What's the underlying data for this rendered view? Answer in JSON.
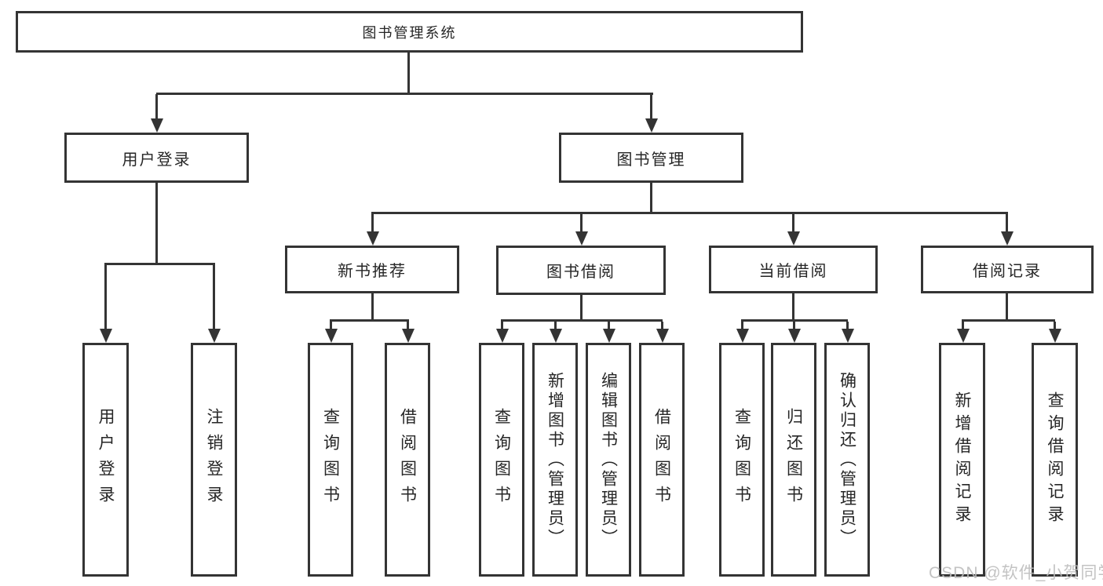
{
  "tree": {
    "label": "图书管理系统",
    "children": [
      {
        "label": "用户登录",
        "children": [
          {
            "label": "用户登录"
          },
          {
            "label": "注销登录"
          }
        ]
      },
      {
        "label": "图书管理",
        "children": [
          {
            "label": "新书推荐",
            "children": [
              {
                "label": "查询图书"
              },
              {
                "label": "借阅图书"
              }
            ]
          },
          {
            "label": "图书借阅",
            "children": [
              {
                "label": "查询图书"
              },
              {
                "label": "新增图书（管理员）"
              },
              {
                "label": "编辑图书（管理员）"
              },
              {
                "label": "借阅图书"
              }
            ]
          },
          {
            "label": "当前借阅",
            "children": [
              {
                "label": "查询图书"
              },
              {
                "label": "归还图书"
              },
              {
                "label": "确认归还（管理员）"
              }
            ]
          },
          {
            "label": "借阅记录",
            "children": [
              {
                "label": "新增借阅记录"
              },
              {
                "label": "查询借阅记录"
              }
            ]
          }
        ]
      }
    ]
  },
  "watermark": {
    "text": "CSDN @软件_小贺同学"
  },
  "colors": {
    "line": "#343434",
    "text": "#262626",
    "watermark": "#bdbdbd",
    "background": "#ffffff"
  }
}
